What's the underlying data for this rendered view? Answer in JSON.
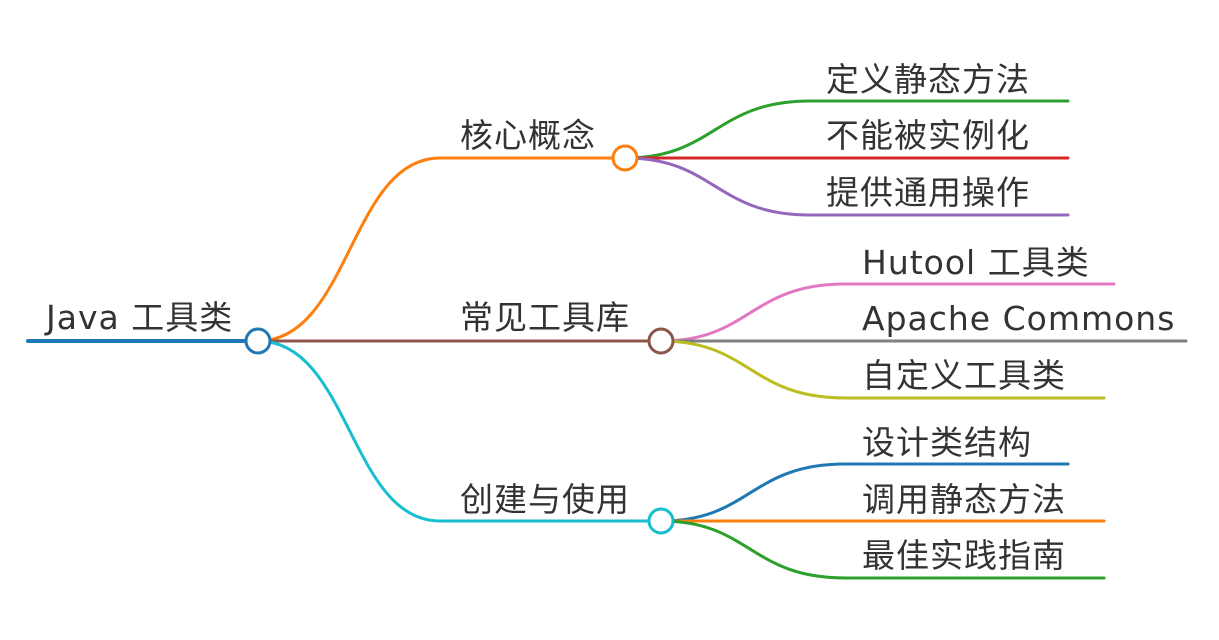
{
  "root": {
    "label": "Java 工具类",
    "color": "#1f77b4"
  },
  "branches": [
    {
      "label": "核心概念",
      "color": "#ff7f0e",
      "children": [
        {
          "label": "定义静态方法",
          "color": "#2ca02c"
        },
        {
          "label": "不能被实例化",
          "color": "#d62728"
        },
        {
          "label": "提供通用操作",
          "color": "#9467bd"
        }
      ]
    },
    {
      "label": "常见工具库",
      "color": "#8c564b",
      "children": [
        {
          "label": "Hutool 工具类",
          "color": "#e377c2"
        },
        {
          "label": "Apache Commons",
          "color": "#7f7f7f"
        },
        {
          "label": "自定义工具类",
          "color": "#bcbd22"
        }
      ]
    },
    {
      "label": "创建与使用",
      "color": "#17becf",
      "children": [
        {
          "label": "设计类结构",
          "color": "#1f77b4"
        },
        {
          "label": "调用静态方法",
          "color": "#ff7f0e"
        },
        {
          "label": "最佳实践指南",
          "color": "#2ca02c"
        }
      ]
    }
  ]
}
